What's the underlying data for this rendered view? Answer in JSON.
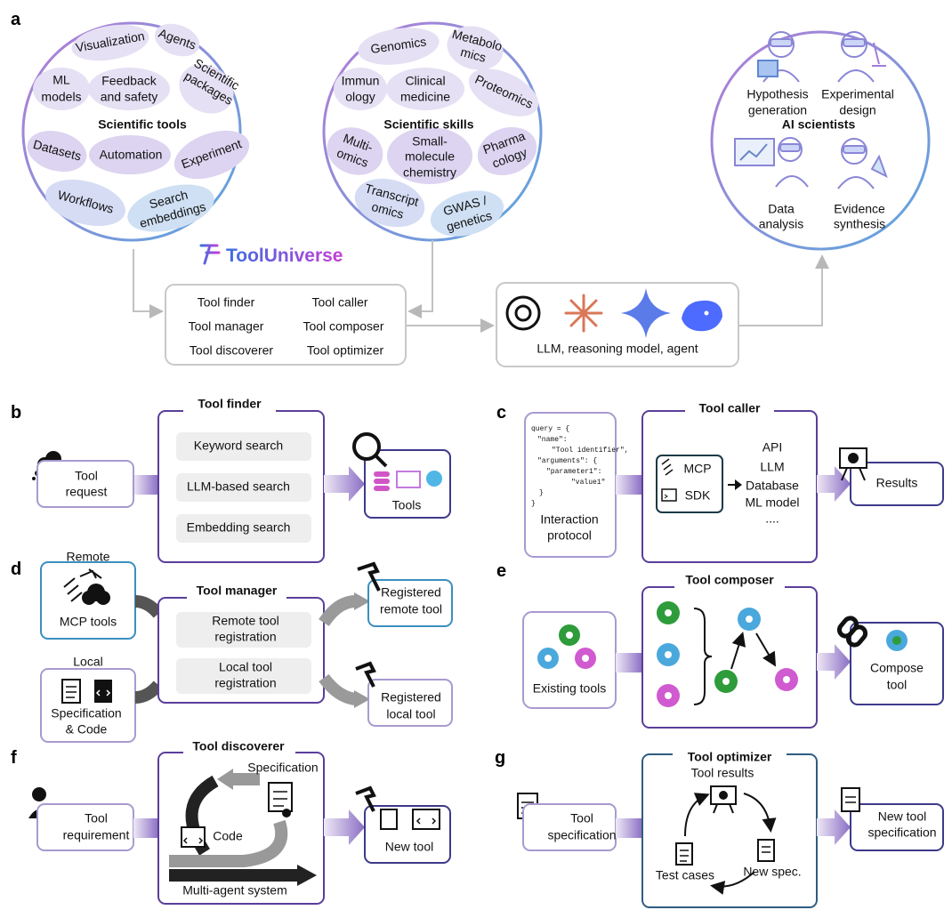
{
  "panels": [
    "a",
    "b",
    "c",
    "d",
    "e",
    "f",
    "g"
  ],
  "colors": {
    "purple": "#5a3e9a",
    "blue": "#3a8fbf",
    "lavender": "#a89ad0",
    "pale": "#e4dcee",
    "bubble1": "#dcd4f0",
    "bubble2": "#cfe0f4"
  },
  "tools_circle": {
    "title": "Scientific tools",
    "items": [
      "Visualization",
      "Agents",
      "ML models",
      "Feedback and safety",
      "Scientific packages",
      "Datasets",
      "Automation",
      "Experiment",
      "Workflows",
      "Search embeddings"
    ]
  },
  "skills_circle": {
    "title": "Scientific skills",
    "items": [
      "Genomics",
      "Metabolo mics",
      "Immun ology",
      "Clinical medicine",
      "Proteomics",
      "Multi- omics",
      "Small- molecule chemistry",
      "Pharma cology",
      "Transcript omics",
      "GWAS / genetics"
    ]
  },
  "ai_circle": {
    "title": "AI scientists",
    "items": [
      "Hypothesis generation",
      "Experimental design",
      "Data analysis",
      "Evidence synthesis"
    ]
  },
  "logo": "ToolUniverse",
  "hub_items": [
    "Tool finder",
    "Tool caller",
    "Tool manager",
    "Tool composer",
    "Tool discoverer",
    "Tool optimizer"
  ],
  "llm_label": "LLM, reasoning model, agent",
  "finder": {
    "title": "Tool finder",
    "input": "Tool request",
    "methods": [
      "Keyword search",
      "LLM-based search",
      "Embedding search"
    ],
    "output": "Tools"
  },
  "caller": {
    "title": "Tool caller",
    "query_lines": [
      "query = {",
      "\"name\":",
      "\"Tool identifier\",",
      "\"arguments\": {",
      "\"parameter1\":",
      "\"value1\"",
      "}",
      "}"
    ],
    "protocol": "Interaction protocol",
    "mcp": "MCP",
    "sdk": "SDK",
    "targets": [
      "API",
      "LLM",
      "Database",
      "ML model",
      "...."
    ],
    "output": "Results"
  },
  "manager": {
    "title": "Tool manager",
    "remote_label": "Remote",
    "remote_box": "MCP tools",
    "local_label": "Local",
    "local_box": "Specification & Code",
    "steps": [
      "Remote tool registration",
      "Local tool registration"
    ],
    "out_remote": "Registered remote tool",
    "out_local": "Registered local tool"
  },
  "composer": {
    "title": "Tool composer",
    "input": "Existing tools",
    "output": "Compose tool"
  },
  "discoverer": {
    "title": "Tool discoverer",
    "input": "Tool requirement",
    "spec": "Specification",
    "code": "Code",
    "system": "Multi-agent system",
    "output": "New tool"
  },
  "optimizer": {
    "title": "Tool optimizer",
    "input": "Tool specification",
    "results": "Tool results",
    "tests": "Test cases",
    "newspec": "New spec.",
    "output": "New tool specification"
  }
}
